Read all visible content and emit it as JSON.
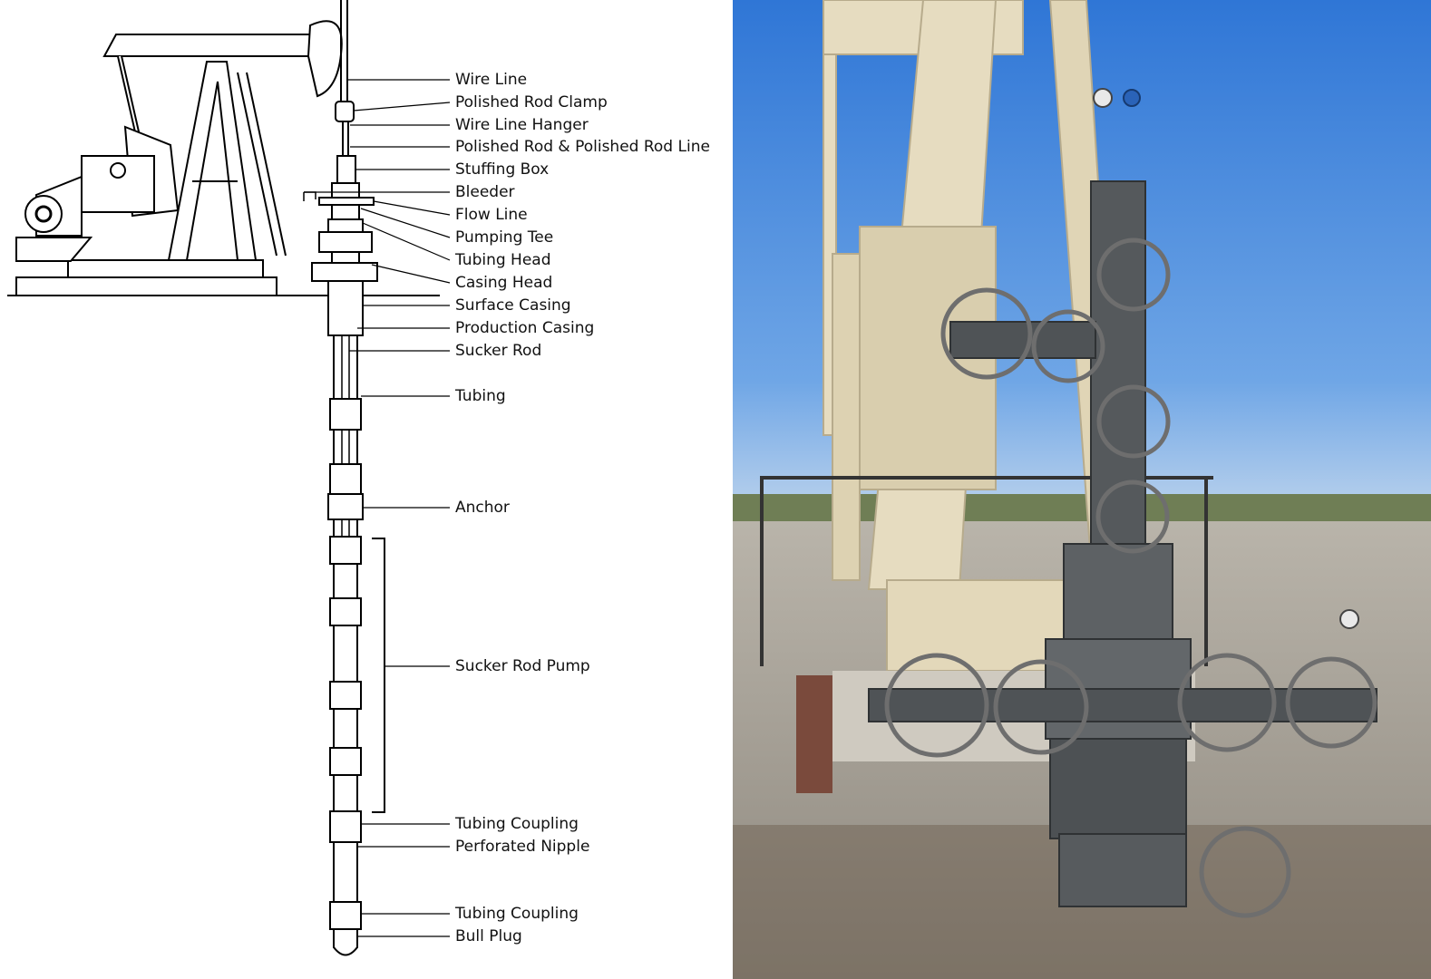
{
  "diagram": {
    "labels": [
      "Wire Line",
      "Polished Rod Clamp",
      "Wire Line Hanger",
      "Polished Rod & Polished Rod Line",
      "Stuffing Box",
      "Bleeder",
      "Flow Line",
      "Pumping Tee",
      "Tubing Head",
      "Casing Head",
      "Surface Casing",
      "Production Casing",
      "Sucker Rod",
      "Tubing",
      "Anchor",
      "Sucker Rod Pump",
      "Tubing Coupling",
      "Perforated Nipple",
      "Tubing Coupling",
      "Bull Plug"
    ]
  },
  "photo": {
    "colors": {
      "sky": "#3f86df",
      "sky_horizon": "#a9c9ec",
      "pumpjack": "#e6dcc0",
      "wellhead_metal": "#55595c",
      "gravel": "#a8a49c",
      "pad": "#5b4a3a"
    }
  }
}
